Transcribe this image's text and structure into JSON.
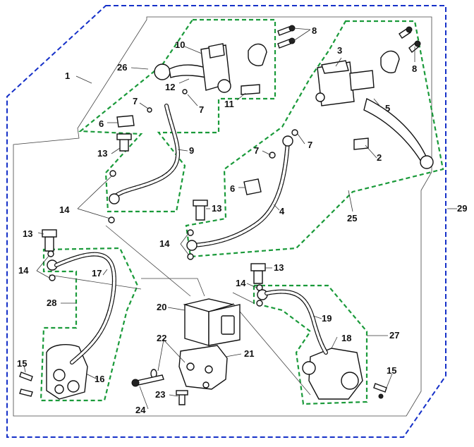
{
  "labels": {
    "l1": "1",
    "l2": "2",
    "l3": "3",
    "l4": "4",
    "l5": "5",
    "l6a": "6",
    "l6b": "6",
    "l7a": "7",
    "l7b": "7",
    "l7c": "7",
    "l7d": "7",
    "l8a": "8",
    "l8b": "8",
    "l9": "9",
    "l10": "10",
    "l11": "11",
    "l12": "12",
    "l13a": "13",
    "l13b": "13",
    "l13c": "13",
    "l13d": "13",
    "l14a": "14",
    "l14b": "14",
    "l14c": "14",
    "l14d": "14",
    "l15a": "15",
    "l15b": "15",
    "l16": "16",
    "l17": "17",
    "l18": "18",
    "l19": "19",
    "l20": "20",
    "l21": "21",
    "l22": "22",
    "l23": "23",
    "l24": "24",
    "l25": "25",
    "l26": "26",
    "l27": "27",
    "l28": "28",
    "l29": "29"
  },
  "colors": {
    "group_outline": "#1a9a3a",
    "assembly_outline": "#1530c8",
    "linework": "#111111"
  }
}
